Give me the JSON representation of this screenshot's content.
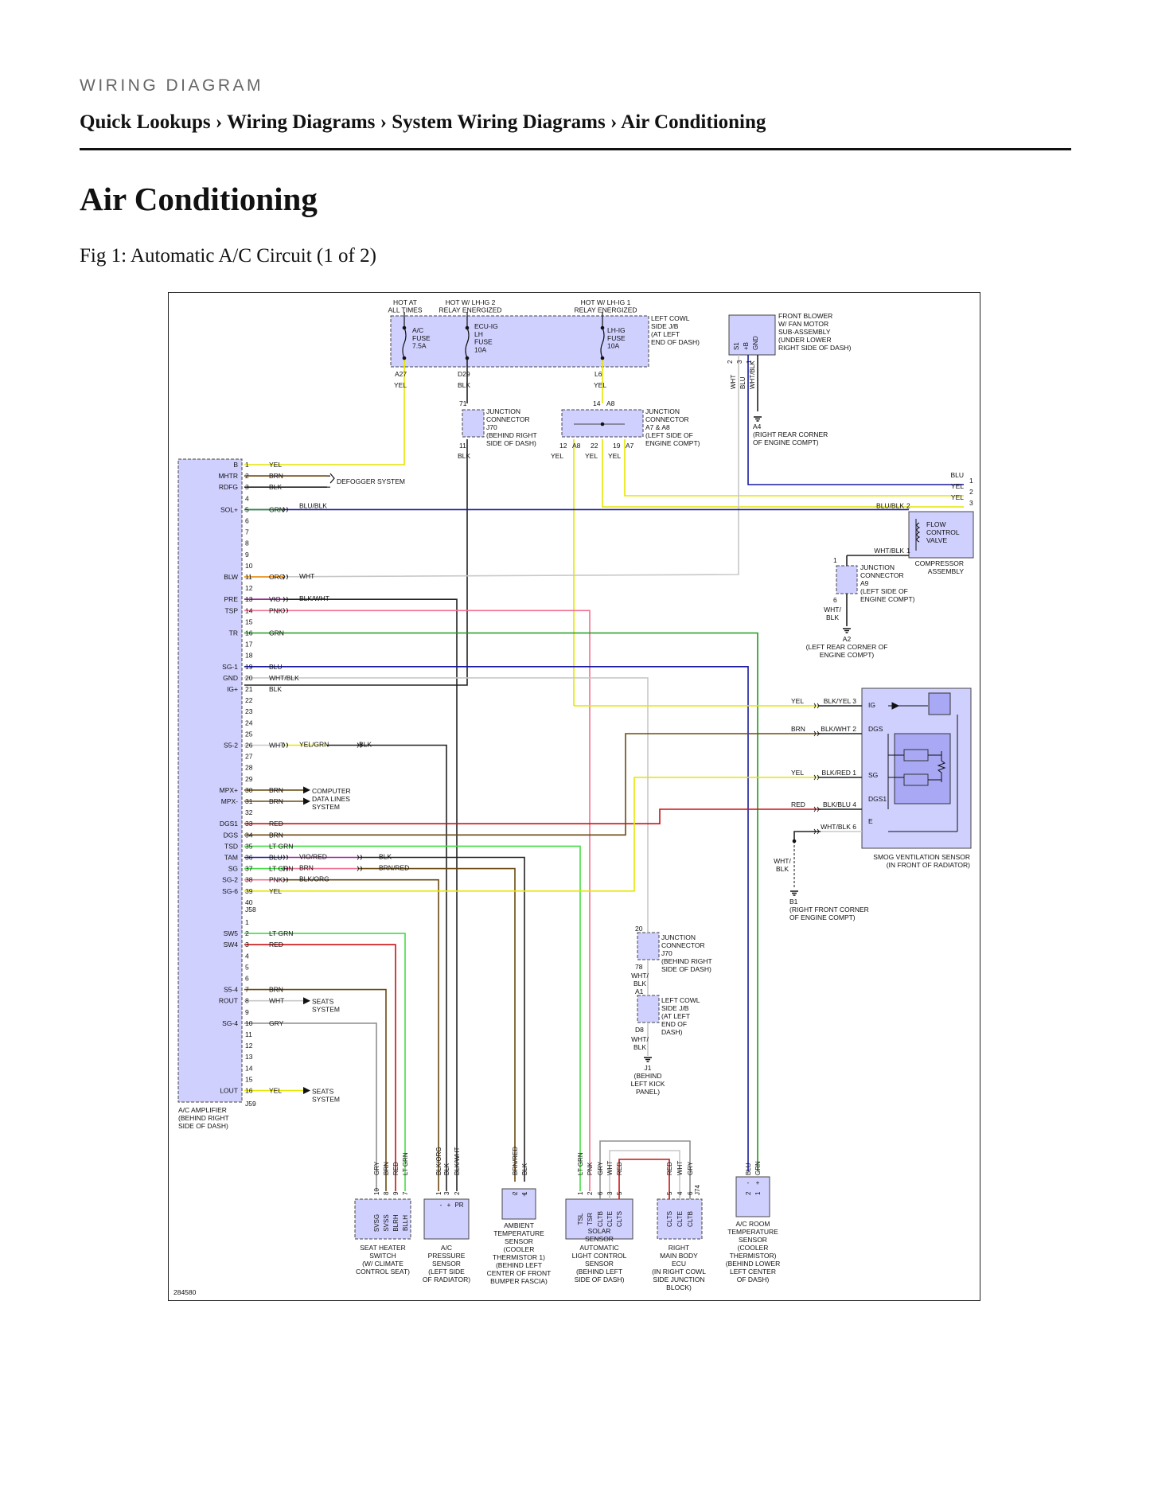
{
  "header": {
    "kicker": "WIRING DIAGRAM",
    "breadcrumb": "Quick Lookups › Wiring Diagrams › System Wiring Diagrams › Air Conditioning",
    "title": "Air Conditioning",
    "figure_caption": "Fig 1: Automatic A/C Circuit (1 of 2)"
  },
  "colors": {
    "YEL": "#e6e600",
    "BRN": "#6b4a10",
    "BLK": "#222222",
    "GRN": "#1f9a1f",
    "LTGRN": "#44dd44",
    "BLU": "#1a1aa0",
    "ORG": "#f08c00",
    "VIO": "#a020a0",
    "PNK": "#f07090",
    "RED": "#cc1111",
    "WHT": "#c8c8c8",
    "GRY": "#909090",
    "SHADE": "#d0d0ff"
  },
  "diagram": {
    "id_number": "284580",
    "power": {
      "hot_always": "HOT AT ALL TIMES",
      "hot_ig2": "HOT W/ LH-IG 2 RELAY ENERGIZED",
      "hot_ig1": "HOT W/ LH-IG 1 RELAY ENERGIZED",
      "fuse_ac": [
        "A/C",
        "FUSE",
        "7.5A"
      ],
      "fuse_ecu": [
        "ECU-IG",
        "LH",
        "FUSE",
        "10A"
      ],
      "fuse_lhig": [
        "LH-IG",
        "FUSE",
        "10A"
      ],
      "jb_label": [
        "LEFT COWL",
        "SIDE J/B",
        "(AT LEFT",
        "END OF DASH)"
      ],
      "pin_a27": "A27",
      "pin_d29": "D29",
      "pin_l6": "L6",
      "w_yel": "YEL",
      "w_blk": "BLK"
    },
    "junction_j70_top": {
      "label": [
        "JUNCTION",
        "CONNECTOR",
        "J70",
        "(BEHIND RIGHT",
        "SIDE OF DASH)"
      ],
      "pin_top": "71",
      "pin_bottom": "11",
      "wire": "BLK"
    },
    "junction_a7a8": {
      "label": [
        "JUNCTION",
        "CONNECTOR",
        "A7 & A8",
        "(LEFT SIDE OF",
        "ENGINE COMPT)"
      ],
      "pin_14": "14",
      "a8_top": "A8",
      "pin_12": "12",
      "a8_bot": "A8",
      "pin_22": "22",
      "pin_19": "19",
      "a7": "A7",
      "wire": "YEL"
    },
    "blower": {
      "label": [
        "FRONT BLOWER",
        "W/ FAN MOTOR",
        "SUB-ASSEMBLY",
        "(UNDER LOWER",
        "RIGHT SIDE OF DASH)"
      ],
      "pins": [
        "S1",
        "+B",
        "GND"
      ],
      "pin_nums": [
        "2",
        "3",
        "1"
      ],
      "wires": [
        "WHT",
        "BLU",
        "WHT/BLK"
      ],
      "ground": "A4",
      "ground_label": [
        "(RIGHT REAR CORNER",
        "OF ENGINE COMPT)"
      ]
    },
    "amplifier": {
      "label": [
        "A/C AMPLIFIER",
        "(BEHIND RIGHT",
        "SIDE OF DASH)"
      ],
      "connector_1": "J58",
      "connector_2": "J59",
      "terms_1": [
        [
          "B",
          "1",
          "YEL"
        ],
        [
          "MHTR",
          "2",
          "BRN"
        ],
        [
          "RDFG",
          "3",
          "BLK"
        ],
        [
          "",
          "4",
          ""
        ],
        [
          "SOL+",
          "5",
          "GRN"
        ],
        [
          "",
          "6",
          ""
        ],
        [
          "",
          "7",
          ""
        ],
        [
          "",
          "8",
          ""
        ],
        [
          "",
          "9",
          ""
        ],
        [
          "",
          "10",
          ""
        ],
        [
          "BLW",
          "11",
          "ORG"
        ],
        [
          "",
          "12",
          ""
        ],
        [
          "PRE",
          "13",
          "VIO"
        ],
        [
          "TSP",
          "14",
          "PNK"
        ],
        [
          "",
          "15",
          ""
        ],
        [
          "TR",
          "16",
          "GRN"
        ],
        [
          "",
          "17",
          ""
        ],
        [
          "",
          "18",
          ""
        ],
        [
          "SG-1",
          "19",
          "BLU"
        ],
        [
          "GND",
          "20",
          "WHT/BLK"
        ],
        [
          "IG+",
          "21",
          "BLK"
        ],
        [
          "",
          "22",
          ""
        ],
        [
          "",
          "23",
          ""
        ],
        [
          "",
          "24",
          ""
        ],
        [
          "",
          "25",
          ""
        ],
        [
          "S5-2",
          "26",
          "WHT"
        ],
        [
          "",
          "27",
          ""
        ],
        [
          "",
          "28",
          ""
        ],
        [
          "",
          "29",
          ""
        ],
        [
          "MPX+",
          "30",
          "BRN"
        ],
        [
          "MPX-",
          "31",
          "BRN"
        ],
        [
          "",
          "32",
          ""
        ],
        [
          "DGS1",
          "33",
          "RED"
        ],
        [
          "DGS",
          "34",
          "BRN"
        ],
        [
          "TSD",
          "35",
          "LT GRN"
        ],
        [
          "TAM",
          "36",
          "BLU"
        ],
        [
          "SG",
          "37",
          "LT GRN"
        ],
        [
          "SG-2",
          "38",
          "PNK"
        ],
        [
          "SG-6",
          "39",
          "YEL"
        ],
        [
          "",
          "40",
          ""
        ]
      ],
      "terms_2": [
        [
          "",
          "1",
          ""
        ],
        [
          "SW5",
          "2",
          "LT GRN"
        ],
        [
          "SW4",
          "3",
          "RED"
        ],
        [
          "",
          "4",
          ""
        ],
        [
          "",
          "5",
          ""
        ],
        [
          "",
          "6",
          ""
        ],
        [
          "S5-4",
          "7",
          "BRN"
        ],
        [
          "ROUT",
          "8",
          "WHT"
        ],
        [
          "",
          "9",
          ""
        ],
        [
          "SG-4",
          "10",
          "GRY"
        ],
        [
          "",
          "11",
          ""
        ],
        [
          "",
          "12",
          ""
        ],
        [
          "",
          "13",
          ""
        ],
        [
          "",
          "14",
          ""
        ],
        [
          "",
          "15",
          ""
        ],
        [
          "LOUT",
          "16",
          "YEL"
        ]
      ]
    },
    "inline_labels": {
      "defogger": "DEFOGGER SYSTEM",
      "blu_blk": "BLU/BLK",
      "wht": "WHT",
      "blk_wht": "BLK/WHT",
      "yel_grn": "YEL/GRN",
      "blk": "BLK",
      "computer": [
        "COMPUTER",
        "DATA LINES",
        "SYSTEM"
      ],
      "vio_red": "VIO/RED",
      "brn": "BRN",
      "blk_org": "BLK/ORG",
      "blk2": "BLK",
      "brn_red": "BRN/RED",
      "seats1": [
        "SEATS",
        "SYSTEM"
      ],
      "seats2": [
        "SEATS",
        "SYSTEM"
      ]
    },
    "right_bus": {
      "wires": [
        "BLU",
        "YEL",
        "YEL"
      ],
      "pins": [
        "1",
        "2",
        "3"
      ]
    },
    "compressor": {
      "label_valve": [
        "FLOW",
        "CONTROL",
        "VALVE"
      ],
      "label": [
        "COMPRESSOR",
        "ASSEMBLY"
      ],
      "w1": "BLU/BLK",
      "p1": "2",
      "w2": "WHT/BLK",
      "p2": "1"
    },
    "junction_a9": {
      "label": [
        "JUNCTION",
        "CONNECTOR",
        "A9",
        "(LEFT SIDE OF",
        "ENGINE COMPT)"
      ],
      "pin_top": "1",
      "pin_bottom": "6",
      "wire": [
        "WHT/",
        "BLK"
      ],
      "ground": "A2",
      "ground_label": [
        "(LEFT REAR CORNER OF",
        "ENGINE COMPT)"
      ]
    },
    "smog": {
      "label": [
        "SMOG VENTILATION SENSOR",
        "(IN FRONT OF RADIATOR)"
      ],
      "terms": [
        "IG",
        "DGS",
        "SG",
        "DGS1",
        "E"
      ],
      "in_wires": [
        [
          "YEL",
          "BLK/YEL",
          "3"
        ],
        [
          "BRN",
          "BLK/WHT",
          "2"
        ],
        [
          "YEL",
          "BLK/RED",
          "1"
        ],
        [
          "RED",
          "BLK/BLU",
          "4"
        ],
        [
          "",
          "WHT/BLK",
          "6"
        ]
      ],
      "ground_wire": [
        "WHT/",
        "BLK"
      ],
      "ground": "B1",
      "ground_label": [
        "(RIGHT FRONT CORNER",
        "OF ENGINE COMPT)"
      ]
    },
    "junction_j70_low": {
      "label": [
        "JUNCTION",
        "CONNECTOR",
        "J70",
        "(BEHIND RIGHT",
        "SIDE OF DASH)"
      ],
      "pin_top": "20",
      "pin_bottom": "78",
      "wire": [
        "WHT/",
        "BLK"
      ]
    },
    "jb_low": {
      "label": [
        "LEFT COWL",
        "SIDE J/B",
        "(AT LEFT",
        "END OF",
        "DASH)"
      ],
      "pin_top": "A1",
      "pin_bottom": "D8",
      "wire": [
        "WHT/",
        "BLK"
      ],
      "ground": "J1",
      "ground_label": [
        "(BEHIND",
        "LEFT KICK",
        "PANEL)"
      ]
    },
    "bottom": {
      "seat_heater": {
        "wires": [
          "GRY",
          "BRN",
          "RED",
          "LT GRN"
        ],
        "pins": [
          "10",
          "8",
          "9",
          "7"
        ],
        "terms": [
          "SVSG",
          "SVSS",
          "BLRH",
          "BLLH"
        ],
        "label": [
          "SEAT HEATER",
          "SWITCH",
          "(W/ CLIMATE",
          "CONTROL SEAT)"
        ]
      },
      "pressure": {
        "wires": [
          "BLK/ORG",
          "BLK",
          "BLK/WHT"
        ],
        "pins": [
          "1",
          "3",
          "2"
        ],
        "terms": [
          "-",
          "+",
          "PR"
        ],
        "label": [
          "A/C",
          "PRESSURE",
          "SENSOR",
          "(LEFT SIDE",
          "OF RADIATOR)"
        ]
      },
      "ambient": {
        "wires": [
          "BRN/RED",
          "BLK"
        ],
        "pins": [
          "2",
          "1"
        ],
        "terms": [
          "-",
          "+"
        ],
        "label": [
          "AMBIENT",
          "TEMPERATURE",
          "SENSOR",
          "(COOLER",
          "THERMISTOR 1)",
          "(BEHIND LEFT",
          "CENTER OF FRONT",
          "BUMPER FASCIA)"
        ]
      },
      "solar": {
        "wires": [
          "LT GRN",
          "PNK",
          "GRY",
          "WHT",
          "RED"
        ],
        "pins": [
          "1",
          "2",
          "6",
          "3",
          "5"
        ],
        "terms": [
          "TSL",
          "TSR",
          "CLTB",
          "CLTE",
          "CLTS"
        ],
        "label_box": [
          "SOLAR",
          "SENSOR"
        ],
        "label": [
          "AUTOMATIC",
          "LIGHT CONTROL",
          "SENSOR",
          "(BEHIND LEFT",
          "SIDE OF DASH)"
        ]
      },
      "body_ecu": {
        "wires": [
          "RED",
          "WHT",
          "GRY"
        ],
        "pins": [
          "5",
          "4",
          "6"
        ],
        "connector": "J74",
        "terms": [
          "CLTS",
          "CLTE",
          "CLTB"
        ],
        "label": [
          "RIGHT",
          "MAIN BODY",
          "ECU",
          "(IN RIGHT COWL",
          "SIDE JUNCTION",
          "BLOCK)"
        ]
      },
      "room": {
        "wires": [
          "BLU",
          "GRN"
        ],
        "pins": [
          "2",
          "1"
        ],
        "terms": [
          "-",
          "+"
        ],
        "label": [
          "A/C ROOM",
          "TEMPERATURE",
          "SENSOR",
          "(COOLER",
          "THERMISTOR)",
          "(BEHIND LOWER",
          "LEFT CENTER",
          "OF DASH)"
        ]
      }
    }
  }
}
